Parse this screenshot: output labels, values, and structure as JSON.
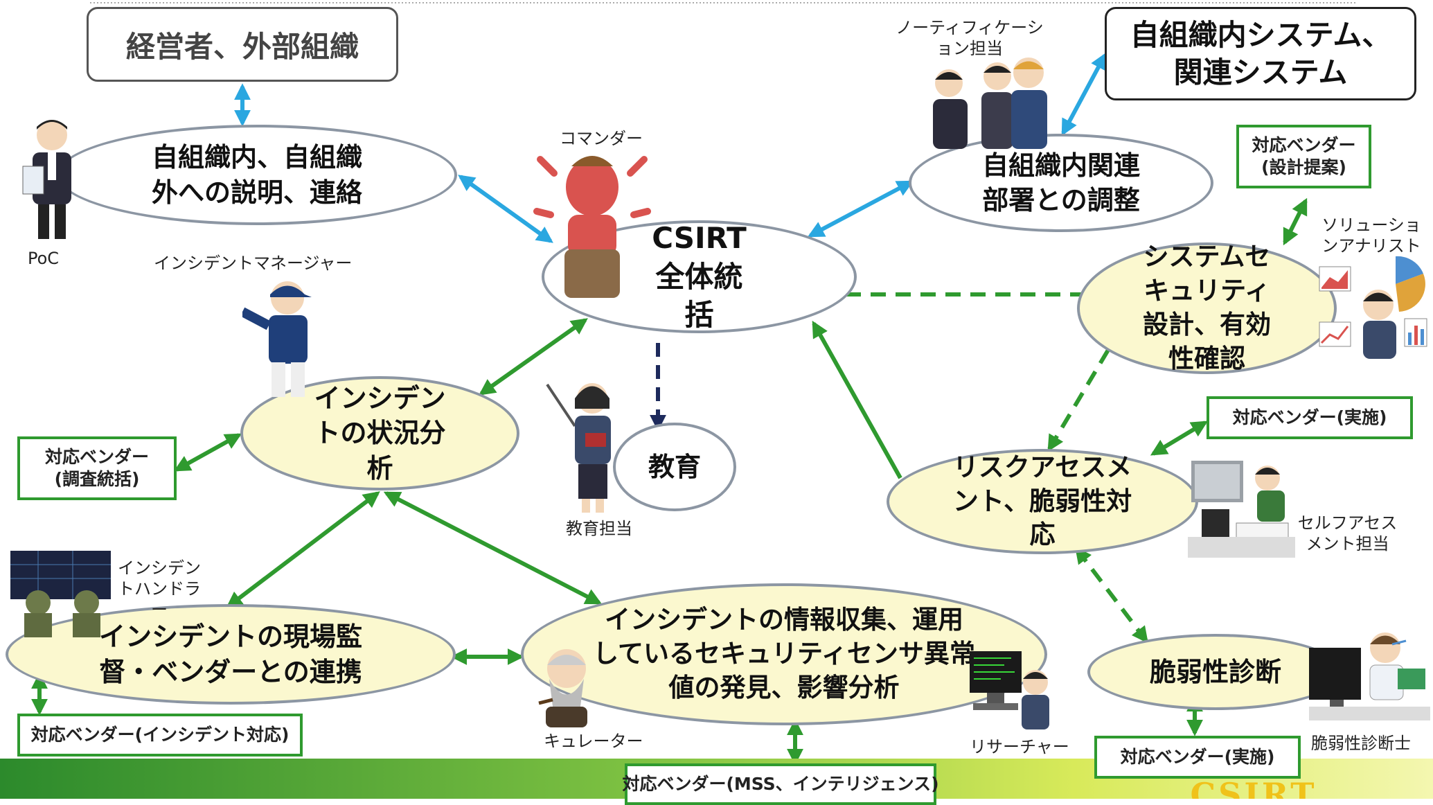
{
  "boxes": {
    "executives": "経営者、外部組織",
    "internal_systems": "自組織内システム、関連システム"
  },
  "nodes": {
    "explanation": "自組織内、自組織外への説明、連絡",
    "csirt": "CSIRT全体統括",
    "coordination": "自組織内関連部署との調整",
    "system_security": "システムセキュリティ設計、有効性確認",
    "incident_analysis": "インシデントの状況分析",
    "education": "教育",
    "risk_assessment": "リスクアセスメント、脆弱性対応",
    "field_supervision": "インシデントの現場監督・ベンダーとの連携",
    "info_collection": "インシデントの情報収集、運用しているセキュリティセンサ異常値の発見、影響分析",
    "vuln_diagnosis": "脆弱性診断"
  },
  "vendors": {
    "design": "対応ベンダー(設計提案)",
    "investigation": "対応ベンダー(調査統括)",
    "implementation_risk": "対応ベンダー(実施)",
    "incident": "対応ベンダー(インシデント対応)",
    "mss": "対応ベンダー(MSS、インテリジェンス)",
    "implementation_diag": "対応ベンダー(実施)"
  },
  "roles": {
    "poc": "PoC",
    "notification": "ノーティフィケーション担当",
    "commander": "コマンダー",
    "incident_manager": "インシデントマネージャー",
    "solution_analyst": "ソリューションアナリスト",
    "education_staff": "教育担当",
    "incident_handler": "インシデントハンドラー",
    "self_assessment": "セルフアセスメント担当",
    "curator": "キュレーター",
    "researcher": "リサーチャー",
    "vuln_diagnostician": "脆弱性診断士"
  },
  "logo": "CSIRT",
  "colors": {
    "node_fill": "#fbf8cf",
    "node_border": "#8c96a3",
    "arrow_green": "#2f9a2f",
    "arrow_blue": "#2aa7e0",
    "arrow_navy": "#1d2a5c",
    "vendor_border": "#2f9a2f"
  },
  "icons": [
    "executive-man-icon",
    "commander-deity-icon",
    "baseball-manager-icon",
    "business-team-icon",
    "teacher-woman-icon",
    "soldier-handlers-icon",
    "analyst-charts-icon",
    "assessment-desk-icon",
    "curator-old-man-icon",
    "researcher-computer-icon",
    "diagnostician-computer-icon"
  ]
}
